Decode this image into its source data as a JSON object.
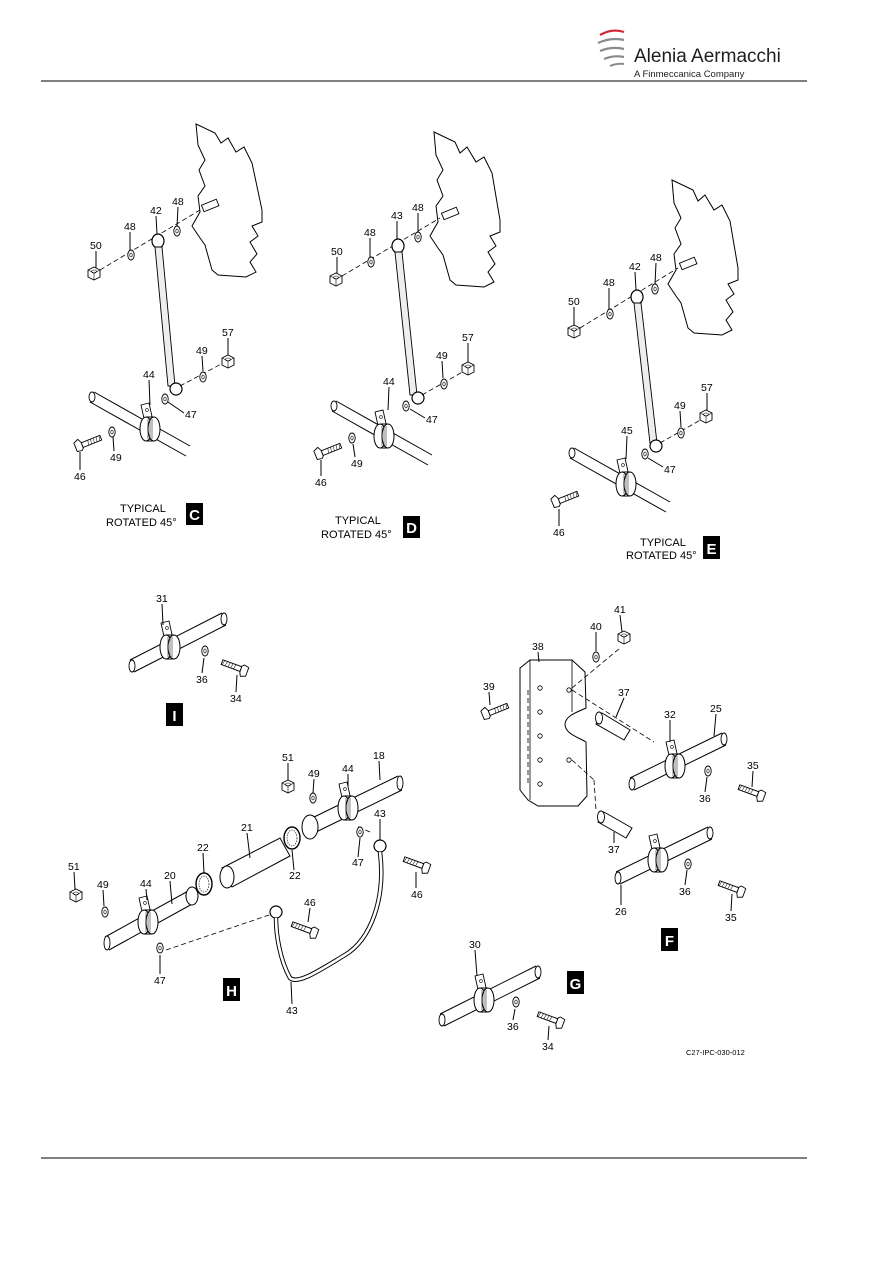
{
  "header": {
    "brand": "Alenia Aermacchi",
    "tagline": "A Finmeccanica Company",
    "logo_icon": "alenia-swoosh-logo",
    "accent_color": "#d22730"
  },
  "figure_reference": "C27-IPC-030-012",
  "views": {
    "C": {
      "line1": "TYPICAL",
      "line2": "ROTATED 45°",
      "letter": "C",
      "callouts": {
        "a": "50",
        "b": "48",
        "c": "42",
        "d": "48",
        "e": "57",
        "f": "49",
        "g": "44",
        "h": "47",
        "i": "46",
        "j": "49"
      }
    },
    "D": {
      "line1": "TYPICAL",
      "line2": "ROTATED 45°",
      "letter": "D",
      "callouts": {
        "a": "50",
        "b": "48",
        "c": "43",
        "d": "48",
        "e": "57",
        "f": "49",
        "g": "44",
        "h": "47",
        "i": "46",
        "j": "49"
      }
    },
    "E": {
      "line1": "TYPICAL",
      "line2": "ROTATED 45°",
      "letter": "E",
      "callouts": {
        "a": "50",
        "b": "48",
        "c": "42",
        "d": "48",
        "e": "57",
        "f": "49",
        "g": "45",
        "h": "47",
        "i": "46"
      }
    },
    "I": {
      "letter": "I",
      "callouts": {
        "a": "31",
        "b": "36",
        "c": "34"
      }
    },
    "H": {
      "letter": "H",
      "callouts": {
        "a": "51",
        "b": "49",
        "c": "44",
        "d": "18",
        "e": "21",
        "f": "43",
        "g": "22",
        "h": "47",
        "i": "46",
        "j": "51",
        "k": "49",
        "l": "44",
        "m": "20",
        "n": "22",
        "o": "46",
        "p": "47",
        "q": "43"
      }
    },
    "F": {
      "letter": "F",
      "callouts": {
        "a": "41",
        "b": "40",
        "c": "38",
        "d": "39",
        "e": "37",
        "f": "32",
        "g": "25",
        "h": "35",
        "i": "36",
        "j": "37",
        "k": "36",
        "l": "35",
        "m": "26"
      }
    },
    "G": {
      "letter": "G",
      "callouts": {
        "a": "30",
        "b": "36",
        "c": "34"
      }
    }
  }
}
